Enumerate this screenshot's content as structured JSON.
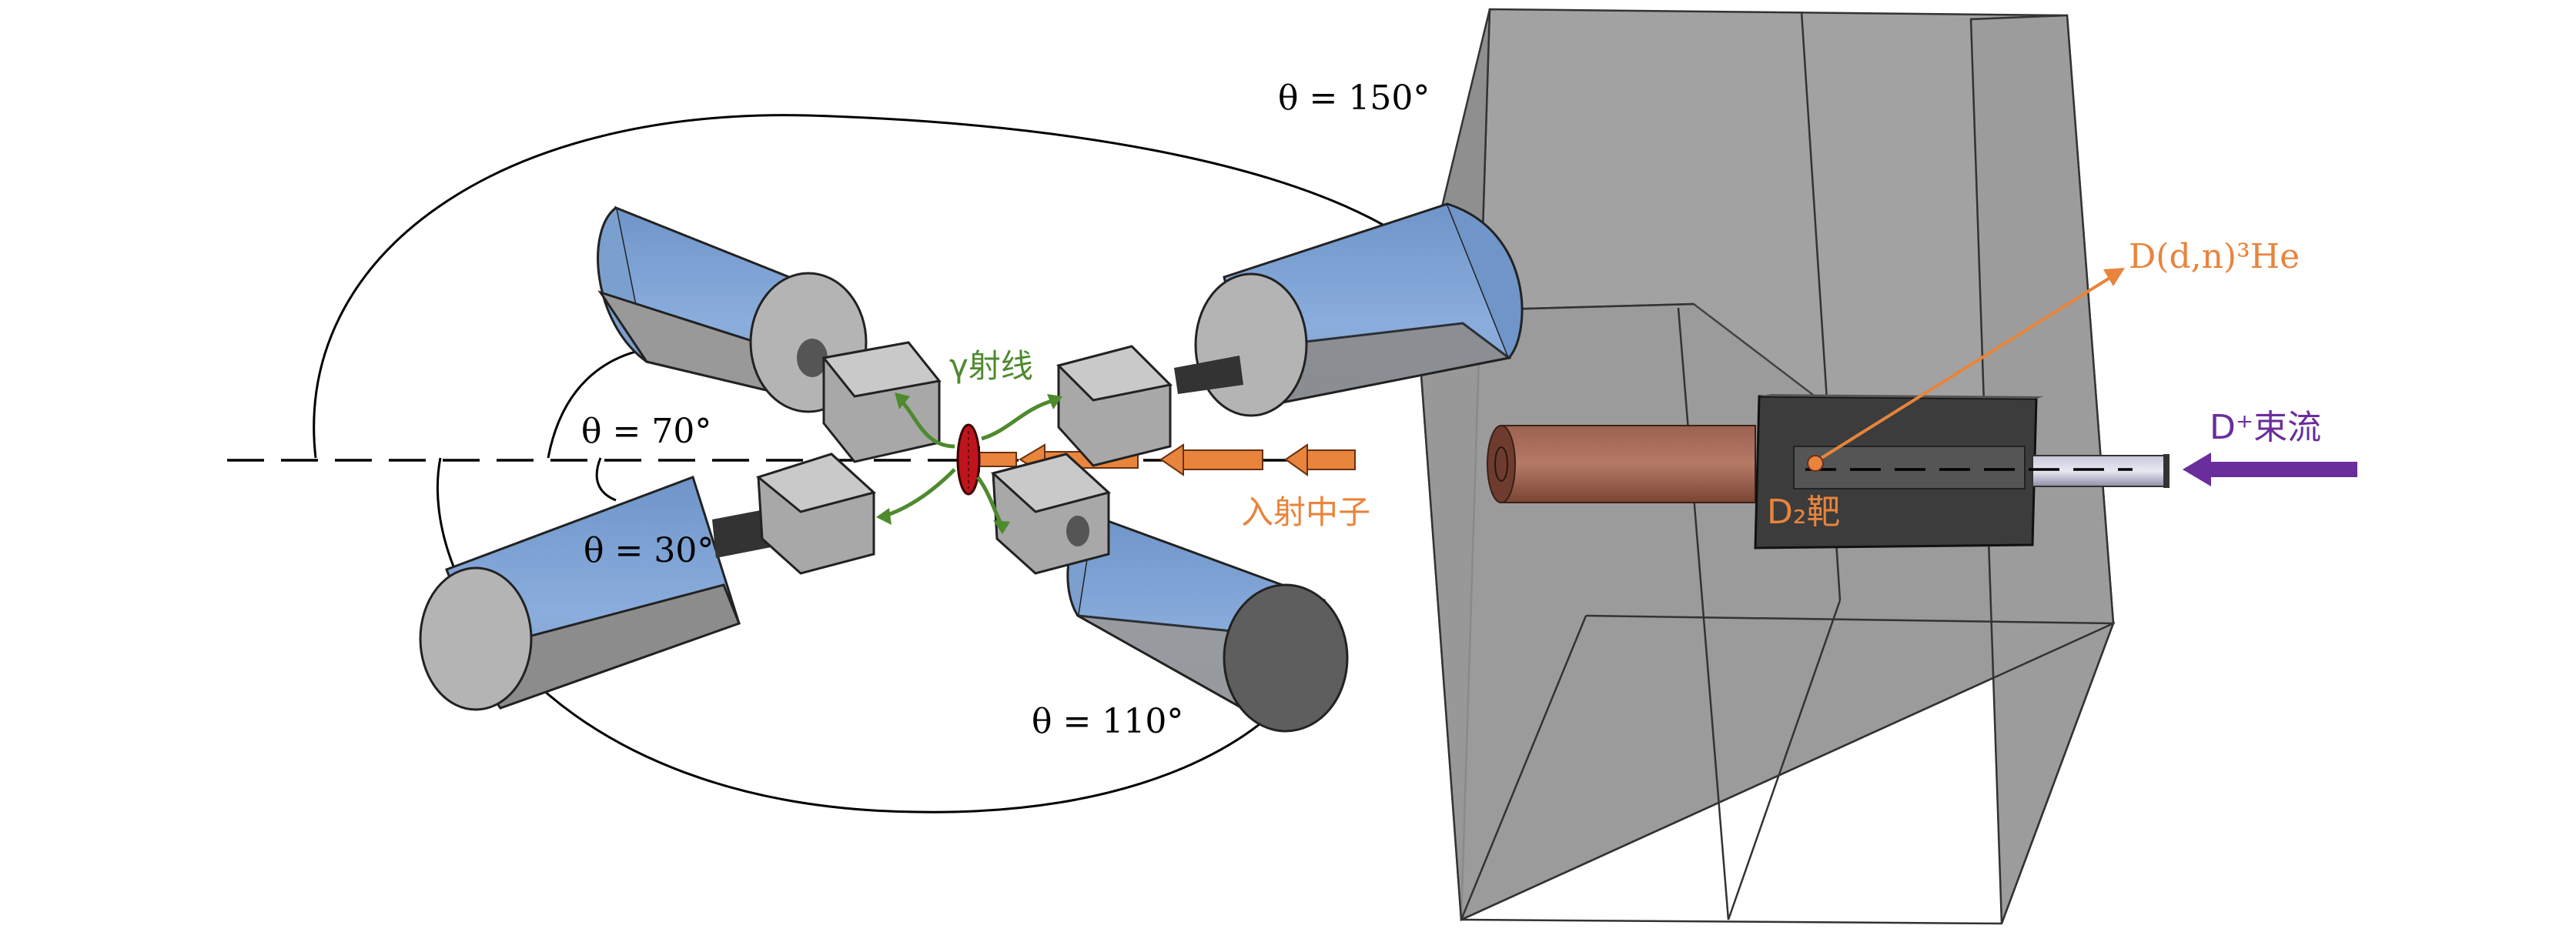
{
  "angles": {
    "theta150": "θ = 150°",
    "theta70": "θ = 70°",
    "theta30": "θ = 30°",
    "theta110": "θ = 110°"
  },
  "labels": {
    "gamma": "γ射线",
    "neutron": "入射中子",
    "reaction": "D(d,n)³He",
    "target": "D₂靶",
    "beam": "D⁺束流"
  },
  "colors": {
    "detector_blue": "#7aa0d4",
    "neutron_orange": "#e8843c",
    "gamma_green": "#4e8a2e",
    "beam_purple": "#6a2d9c",
    "shield_gray": "#a0a0a0",
    "sample_red": "#c0141c",
    "copper": "#8a5240"
  }
}
